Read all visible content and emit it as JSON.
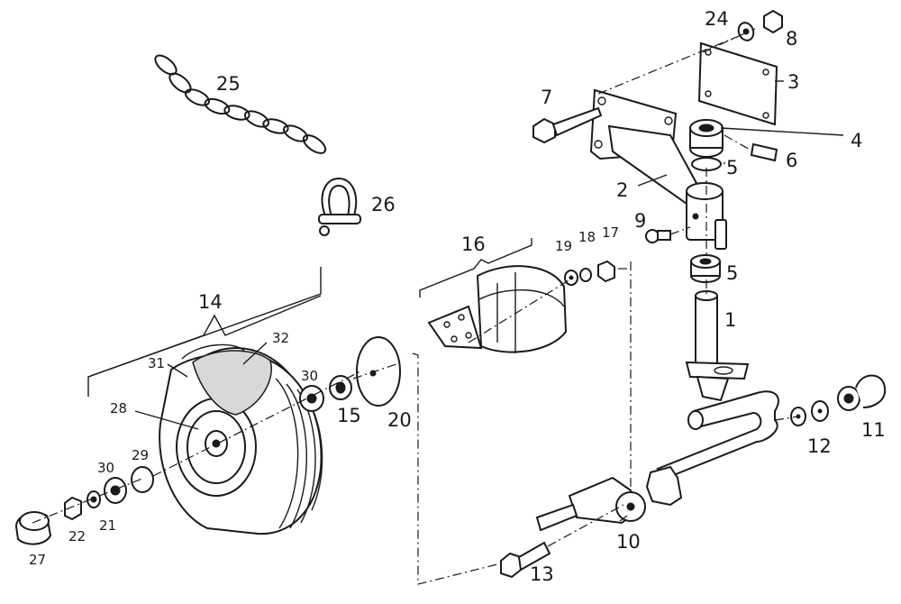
{
  "diagram": {
    "callouts": [
      {
        "id": "c1",
        "text": "1"
      },
      {
        "id": "c2",
        "text": "2"
      },
      {
        "id": "c3",
        "text": "3"
      },
      {
        "id": "c4",
        "text": "4"
      },
      {
        "id": "c5a",
        "text": "5"
      },
      {
        "id": "c5b",
        "text": "5"
      },
      {
        "id": "c6",
        "text": "6"
      },
      {
        "id": "c7",
        "text": "7"
      },
      {
        "id": "c8",
        "text": "8"
      },
      {
        "id": "c9",
        "text": "9"
      },
      {
        "id": "c10",
        "text": "10"
      },
      {
        "id": "c11",
        "text": "11"
      },
      {
        "id": "c12",
        "text": "12"
      },
      {
        "id": "c13",
        "text": "13"
      },
      {
        "id": "c14",
        "text": "14"
      },
      {
        "id": "c15",
        "text": "15"
      },
      {
        "id": "c16",
        "text": "16"
      },
      {
        "id": "c17",
        "text": "17"
      },
      {
        "id": "c18",
        "text": "18"
      },
      {
        "id": "c19",
        "text": "19"
      },
      {
        "id": "c20",
        "text": "20"
      },
      {
        "id": "c21",
        "text": "21"
      },
      {
        "id": "c22",
        "text": "22"
      },
      {
        "id": "c24",
        "text": "24"
      },
      {
        "id": "c25",
        "text": "25"
      },
      {
        "id": "c26",
        "text": "26"
      },
      {
        "id": "c27",
        "text": "27"
      },
      {
        "id": "c28",
        "text": "28"
      },
      {
        "id": "c29",
        "text": "29"
      },
      {
        "id": "c30a",
        "text": "30"
      },
      {
        "id": "c30b",
        "text": "30"
      },
      {
        "id": "c31",
        "text": "31"
      },
      {
        "id": "c32",
        "text": "32"
      }
    ]
  }
}
